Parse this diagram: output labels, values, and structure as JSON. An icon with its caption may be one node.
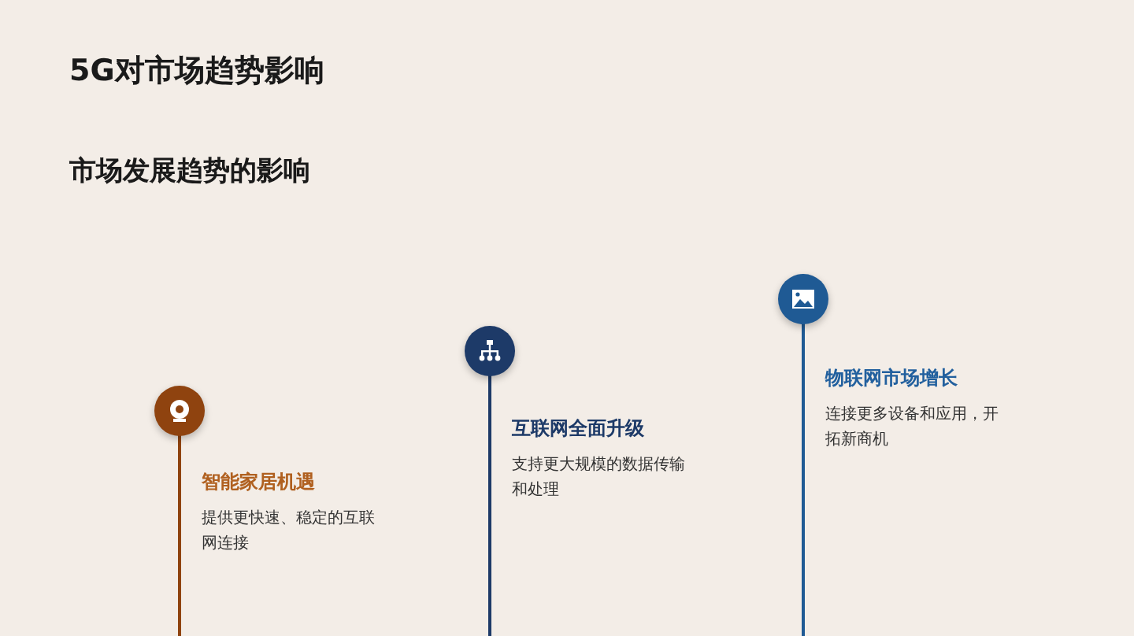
{
  "diagram": {
    "title": "5G对市场趋势影响",
    "nodes": [
      {
        "text": [
          "智能家居机遇",
          "提供更快速、稳定的互联网连接"
        ]
      },
      {
        "text": [
          "互联网全面升级",
          "支持更大规模的数据传输和处理"
        ]
      },
      {
        "text": [
          "物联网市场增长",
          "连接更多设备和应用，开拓新商机"
        ]
      }
    ],
    "labels": [
      "市场发展趋势的影响"
    ]
  }
}
